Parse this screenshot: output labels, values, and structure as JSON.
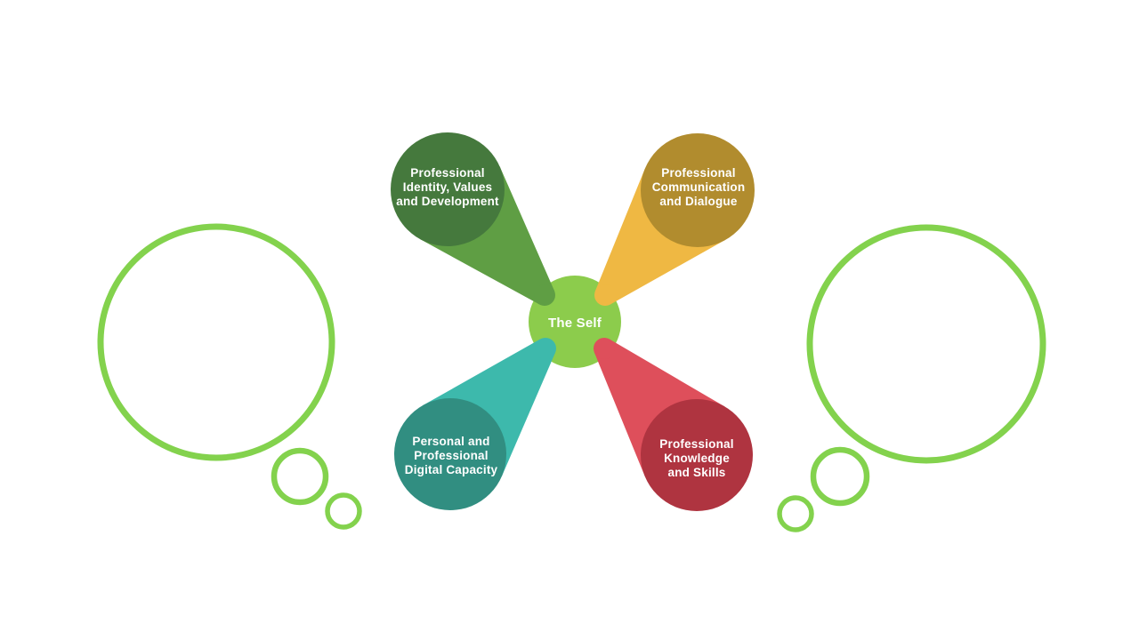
{
  "diagram": {
    "background_color": "#ffffff",
    "center": {
      "label": "The Self",
      "fill": "#8ccc4c",
      "text_color": "#ffffff"
    },
    "petals": [
      {
        "name": "professional-identity-values-and-development",
        "lines": [
          "Professional",
          "Identity, Values",
          "and Development"
        ],
        "circle_fill": "#45793d",
        "cone_fill": "#5f9e44",
        "text_color": "#ffffff"
      },
      {
        "name": "professional-communication-and-dialogue",
        "lines": [
          "Professional",
          "Communication",
          "and Dialogue"
        ],
        "circle_fill": "#b18c2e",
        "cone_fill": "#efb843",
        "text_color": "#ffffff"
      },
      {
        "name": "personal-and-professional-digital-capacity",
        "lines": [
          "Personal and",
          "Professional",
          "Digital Capacity"
        ],
        "circle_fill": "#318e81",
        "cone_fill": "#3db9ac",
        "text_color": "#ffffff"
      },
      {
        "name": "professional-knowledge-and-skills",
        "lines": [
          "Professional",
          "Knowledge",
          "and Skills"
        ],
        "circle_fill": "#af3440",
        "cone_fill": "#de4f5b",
        "text_color": "#ffffff"
      }
    ],
    "thought_bubbles": {
      "stroke_color": "#83d24d",
      "sides": [
        "left",
        "right"
      ]
    }
  }
}
